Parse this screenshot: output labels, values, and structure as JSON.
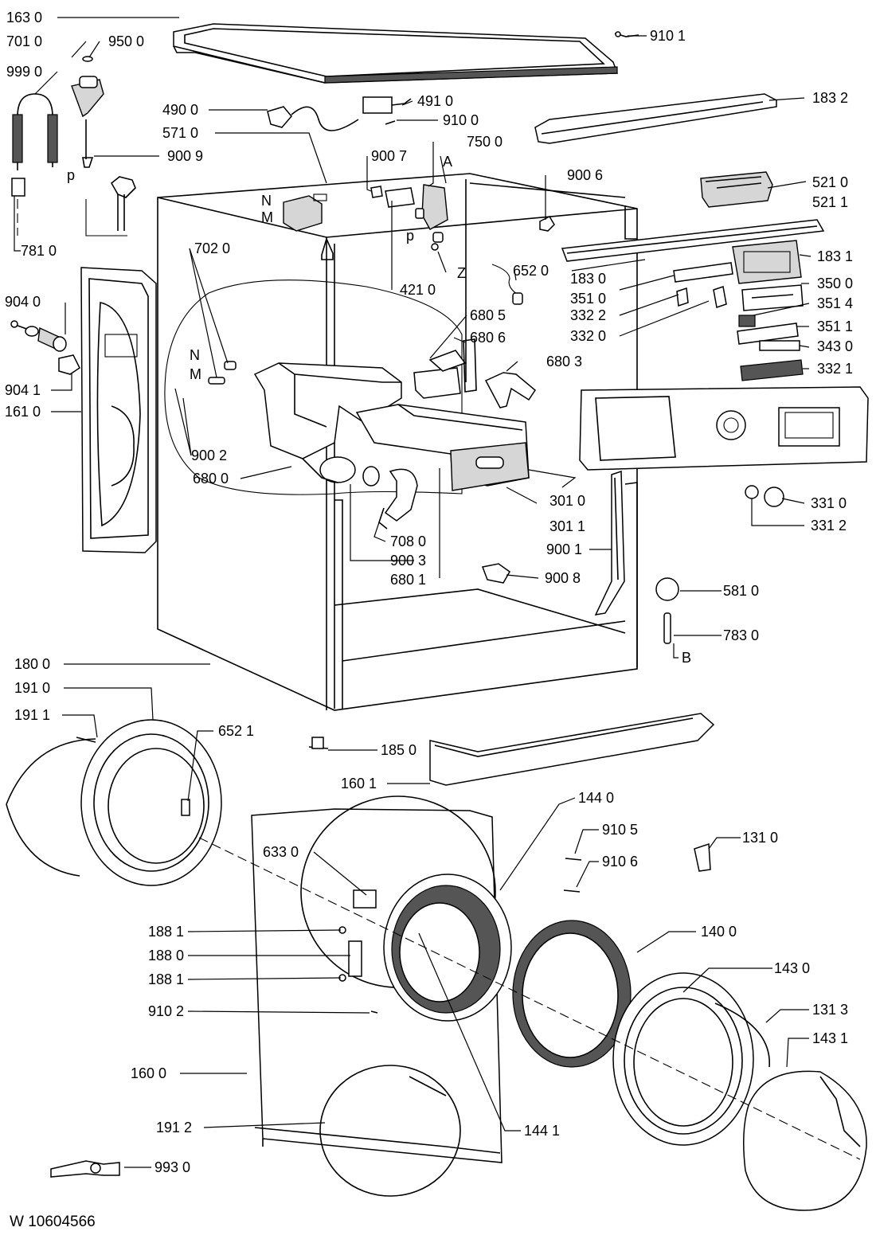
{
  "document_code": "W 10604566",
  "callouts": [
    {
      "id": "p1630",
      "text": "163 0"
    },
    {
      "id": "p9101",
      "text": "910 1"
    },
    {
      "id": "p7010",
      "text": "701 0"
    },
    {
      "id": "p9500",
      "text": "950 0"
    },
    {
      "id": "p9990",
      "text": "999 0"
    },
    {
      "id": "p4900",
      "text": "490 0"
    },
    {
      "id": "p4910",
      "text": "491 0"
    },
    {
      "id": "p1832",
      "text": "183 2"
    },
    {
      "id": "p9100",
      "text": "910 0"
    },
    {
      "id": "p5710",
      "text": "571 0"
    },
    {
      "id": "p7500",
      "text": "750 0"
    },
    {
      "id": "p9009",
      "text": "900 9"
    },
    {
      "id": "p9007",
      "text": "900 7"
    },
    {
      "id": "lA",
      "text": "A"
    },
    {
      "id": "p9006",
      "text": "900 6"
    },
    {
      "id": "p5210",
      "text": "521 0"
    },
    {
      "id": "p5211",
      "text": "521 1"
    },
    {
      "id": "lp1",
      "text": "p"
    },
    {
      "id": "lN1",
      "text": "N"
    },
    {
      "id": "lM1",
      "text": "M"
    },
    {
      "id": "lp2",
      "text": "p"
    },
    {
      "id": "p7810",
      "text": "781 0"
    },
    {
      "id": "p7020",
      "text": "702 0"
    },
    {
      "id": "p1831",
      "text": "183 1"
    },
    {
      "id": "lZ",
      "text": "Z"
    },
    {
      "id": "p6520",
      "text": "652 0"
    },
    {
      "id": "p1830",
      "text": "183 0"
    },
    {
      "id": "p3500",
      "text": "350 0"
    },
    {
      "id": "p4210",
      "text": "421 0"
    },
    {
      "id": "p3510",
      "text": "351 0"
    },
    {
      "id": "p9040",
      "text": "904 0"
    },
    {
      "id": "p3514",
      "text": "351 4"
    },
    {
      "id": "p3322",
      "text": "332 2"
    },
    {
      "id": "p6805",
      "text": "680 5"
    },
    {
      "id": "p3511",
      "text": "351 1"
    },
    {
      "id": "p3320",
      "text": "332 0"
    },
    {
      "id": "p6806",
      "text": "680 6"
    },
    {
      "id": "p3430",
      "text": "343 0"
    },
    {
      "id": "lN2",
      "text": "N"
    },
    {
      "id": "p6803",
      "text": "680 3"
    },
    {
      "id": "p3321",
      "text": "332 1"
    },
    {
      "id": "lM2",
      "text": "M"
    },
    {
      "id": "p9041",
      "text": "904 1"
    },
    {
      "id": "p1610",
      "text": "161 0"
    },
    {
      "id": "p9002",
      "text": "900 2"
    },
    {
      "id": "p6800",
      "text": "680 0"
    },
    {
      "id": "p3010",
      "text": "301 0"
    },
    {
      "id": "p3310",
      "text": "331 0"
    },
    {
      "id": "p3011",
      "text": "301 1"
    },
    {
      "id": "p3312",
      "text": "331 2"
    },
    {
      "id": "p7080",
      "text": "708 0"
    },
    {
      "id": "p9001",
      "text": "900 1"
    },
    {
      "id": "p9003",
      "text": "900 3"
    },
    {
      "id": "p6801",
      "text": "680 1"
    },
    {
      "id": "p9008",
      "text": "900 8"
    },
    {
      "id": "p5810",
      "text": "581 0"
    },
    {
      "id": "p7830",
      "text": "783 0"
    },
    {
      "id": "lB",
      "text": "B"
    },
    {
      "id": "p1800",
      "text": "180 0"
    },
    {
      "id": "p1910",
      "text": "191 0"
    },
    {
      "id": "p1911",
      "text": "191 1"
    },
    {
      "id": "p6521",
      "text": "652 1"
    },
    {
      "id": "p1850",
      "text": "185 0"
    },
    {
      "id": "p1601",
      "text": "160 1"
    },
    {
      "id": "p1440",
      "text": "144 0"
    },
    {
      "id": "p9105",
      "text": "910 5"
    },
    {
      "id": "p6330",
      "text": "633 0"
    },
    {
      "id": "p1310",
      "text": "131 0"
    },
    {
      "id": "p9106",
      "text": "910 6"
    },
    {
      "id": "p1881a",
      "text": "188 1"
    },
    {
      "id": "p1400",
      "text": "140 0"
    },
    {
      "id": "p1880",
      "text": "188 0"
    },
    {
      "id": "p1430",
      "text": "143 0"
    },
    {
      "id": "p1881b",
      "text": "188 1"
    },
    {
      "id": "p9102",
      "text": "910 2"
    },
    {
      "id": "p1313",
      "text": "131 3"
    },
    {
      "id": "p1431",
      "text": "143 1"
    },
    {
      "id": "p1600",
      "text": "160 0"
    },
    {
      "id": "p1912",
      "text": "191 2"
    },
    {
      "id": "p1441",
      "text": "144 1"
    },
    {
      "id": "p9930",
      "text": "993 0"
    }
  ]
}
